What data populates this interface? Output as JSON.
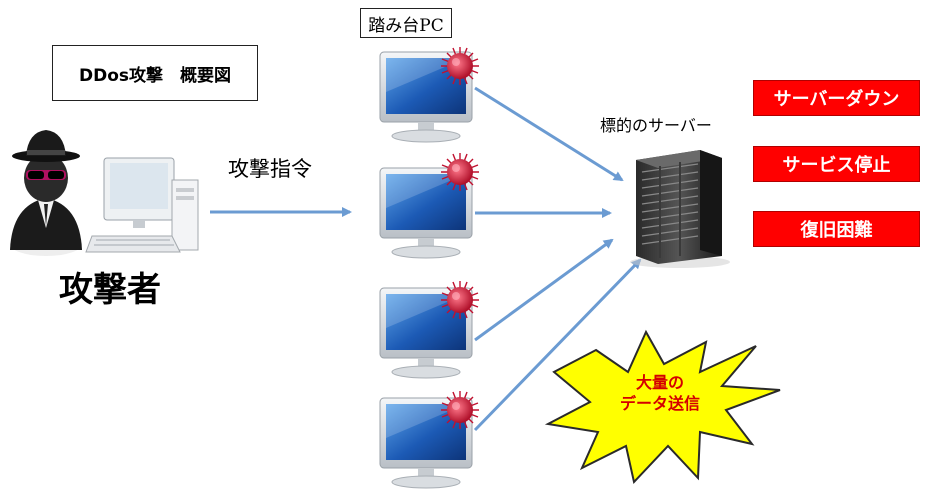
{
  "title": "DDos攻撃　概要図",
  "bot_pc_label": "踏み台PC",
  "attacker_label": "攻撃者",
  "command_label": "攻撃指令",
  "target_label": "標的のサーバー",
  "effects": [
    "サーバーダウン",
    "サービス停止",
    "復旧困難"
  ],
  "burst_label": [
    "大量の",
    "データ送信"
  ],
  "colors": {
    "arrow": "#6b9bd2",
    "effect_bg": "#ff0000",
    "burst_fill": "#ffff00",
    "burst_text": "#d40000",
    "virus": "#d81b3b",
    "screen": "#1c5ab5"
  },
  "icons": [
    "attacker-icon",
    "desktop-computer-icon",
    "monitor-icon",
    "virus-icon",
    "server-rack-icon",
    "explosion-burst-icon"
  ]
}
